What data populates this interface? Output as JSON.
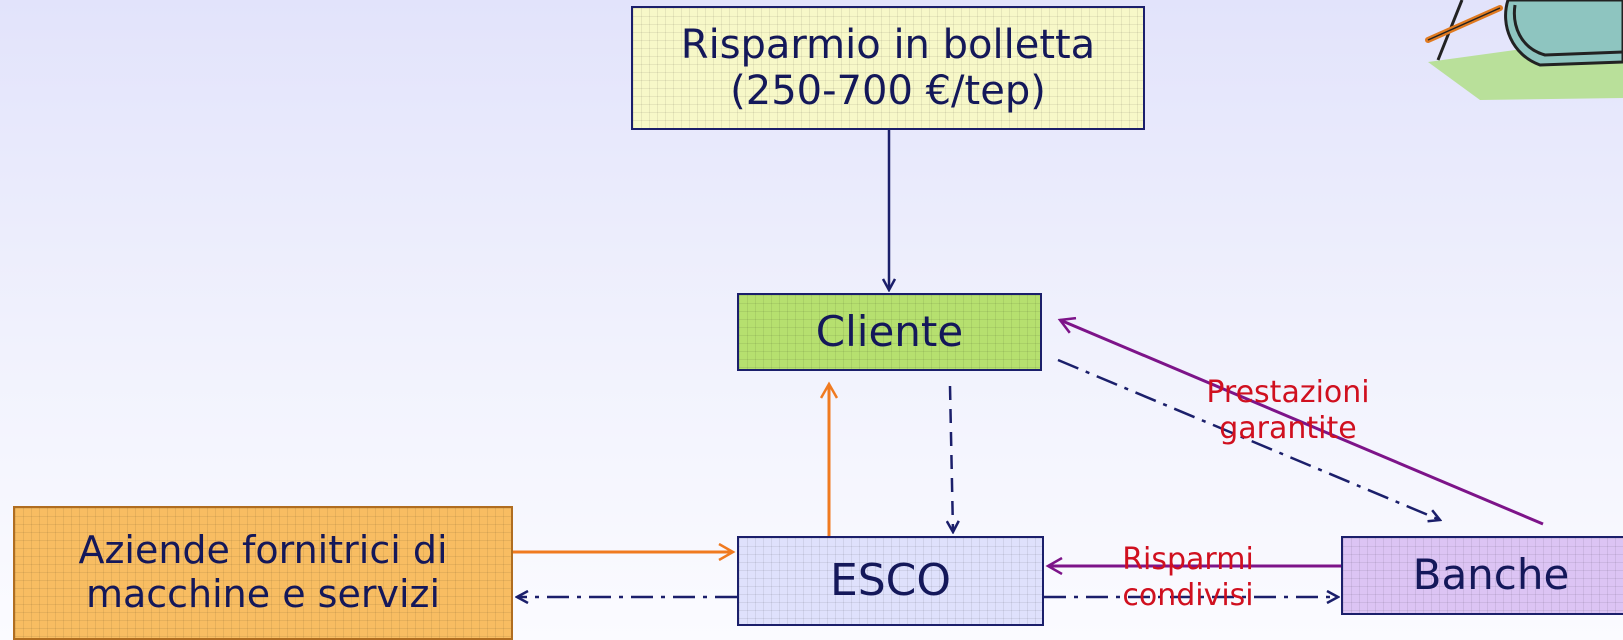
{
  "nodes": {
    "risparmio": "Risparmio in bolletta\n(250-700 €/tep)",
    "cliente": "Cliente",
    "esco": "ESCO",
    "banche": "Banche",
    "aziende": "Aziende fornitrici di\nmacchine  e servizi"
  },
  "labels": {
    "prestazioni": "Prestazioni\ngarantite",
    "risparmi": "Risparmi\ncondivisi"
  },
  "colors": {
    "navy": "#1b1f6b",
    "orange": "#f07a20",
    "purple": "#7d1489",
    "red_text": "#d0101f"
  }
}
